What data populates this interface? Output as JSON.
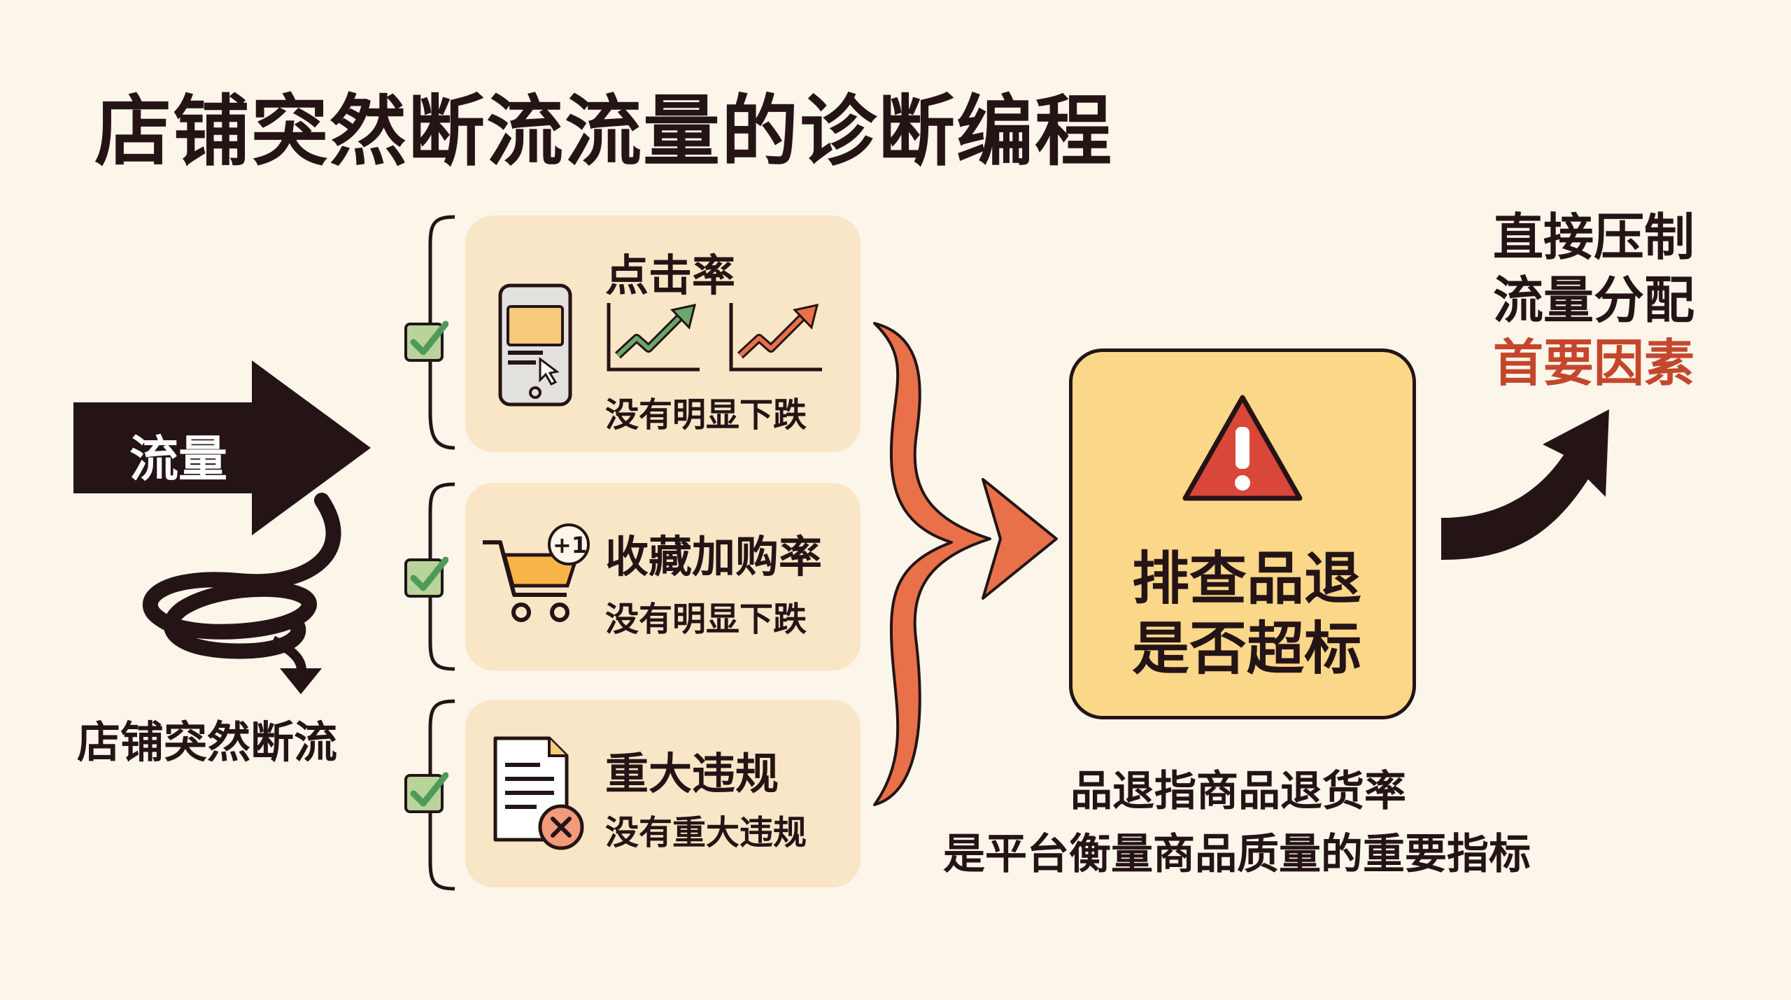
{
  "title": "店铺突然断流流量的诊断编程",
  "left": {
    "arrow_label": "流量",
    "outcome_label": "店铺突然断流"
  },
  "checks": [
    {
      "title": "点击率",
      "subtitle": "没有明显下跌",
      "icon": "phone-chart-icon"
    },
    {
      "title": "收藏加购率",
      "subtitle": "没有明显下跌",
      "icon": "cart-plus-one-icon",
      "badge": "+1"
    },
    {
      "title": "重大违规",
      "subtitle": "没有重大违规",
      "icon": "document-x-icon"
    }
  ],
  "center_box": {
    "line1": "排查品退",
    "line2": "是否超标",
    "icon": "warning-triangle-icon"
  },
  "note": {
    "line1": "品退指商品退货率",
    "line2": "是平台衡量商品质量的重要指标"
  },
  "result": {
    "line1": "直接压制",
    "line2": "流量分配",
    "highlight": "首要因素"
  },
  "colors": {
    "background": "#fcf5ea",
    "dark": "#241416",
    "card": "#f9e6c6",
    "box": "#fbd78a",
    "orange": "#e8714a",
    "red_text": "#c4472d",
    "green_check": "#6aa76a",
    "warning_red": "#d9463a"
  }
}
